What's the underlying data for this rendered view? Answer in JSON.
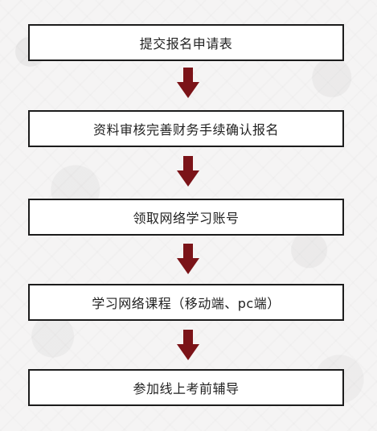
{
  "flowchart": {
    "steps": [
      {
        "label": "提交报名申请表"
      },
      {
        "label": "资料审核完善财务手续确认报名"
      },
      {
        "label": "领取网络学习账号"
      },
      {
        "label": "学习网络课程（移动端、pc端）"
      },
      {
        "label": "参加线上考前辅导"
      }
    ],
    "arrow_color": "#7b1318",
    "box_border_color": "#1c1c1c"
  }
}
